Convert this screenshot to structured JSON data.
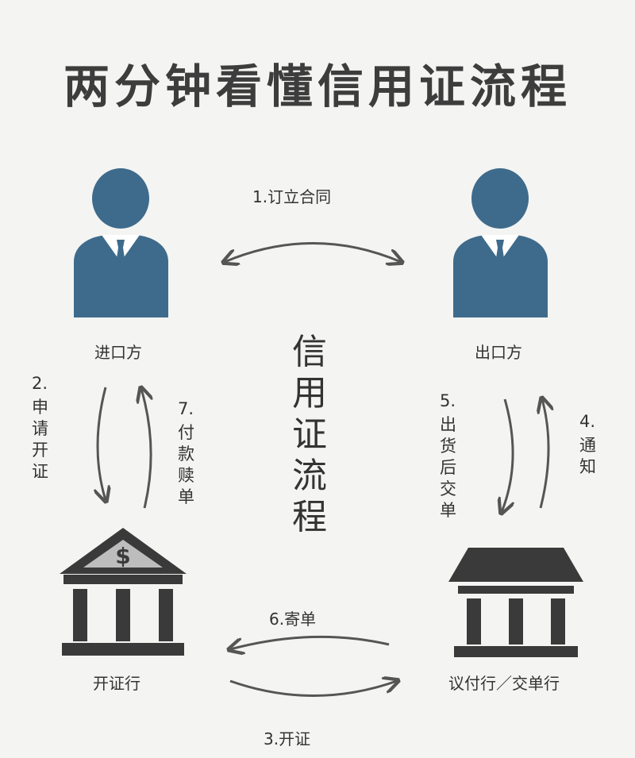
{
  "title": "两分钟看懂信用证流程",
  "center_label": "信用证流程",
  "parties": {
    "importer": "进口方",
    "exporter": "出口方",
    "issuing_bank": "开证行",
    "negotiating_bank": "议付行／交单行"
  },
  "steps": {
    "s1": "1.订立合同",
    "s2_num": "2.",
    "s2_text": "申请开证",
    "s3": "3.开证",
    "s4_num": "4.",
    "s4_text": "通知",
    "s5_num": "5.",
    "s5_text": "出货后交单",
    "s6": "6.寄单",
    "s7_num": "7.",
    "s7_text": "付款赎单"
  },
  "bank_symbol": "$",
  "colors": {
    "person": "#3e6b8c",
    "bank": "#3a3a3a",
    "arrow": "#555555",
    "background": "#f4f4f2"
  },
  "icons": {
    "importer": "person-icon",
    "exporter": "person-icon",
    "issuing_bank": "bank-dollar-icon",
    "negotiating_bank": "bank-icon"
  }
}
